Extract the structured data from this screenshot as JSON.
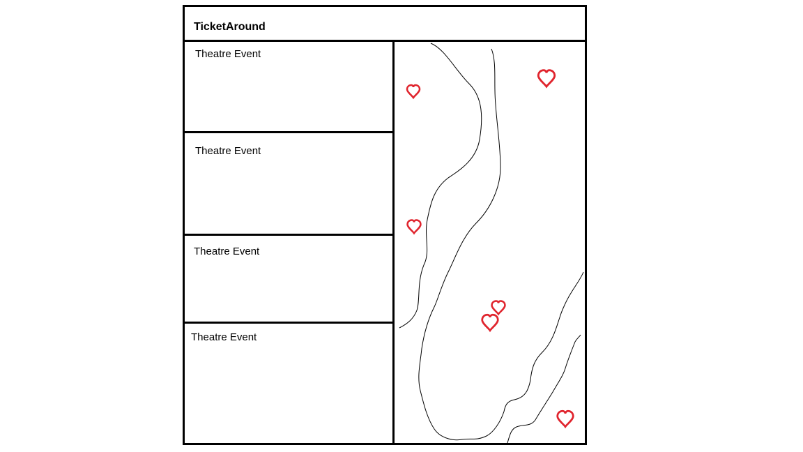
{
  "header": {
    "title": "TicketAround"
  },
  "events": [
    {
      "title": "Theatre Event"
    },
    {
      "title": "Theatre Event"
    },
    {
      "title": "Theatre Event"
    },
    {
      "title": "Theatre Event"
    }
  ],
  "map": {
    "heart_color": "#e0242d",
    "line_color": "#000000",
    "heart_icon": "heart-icon"
  }
}
